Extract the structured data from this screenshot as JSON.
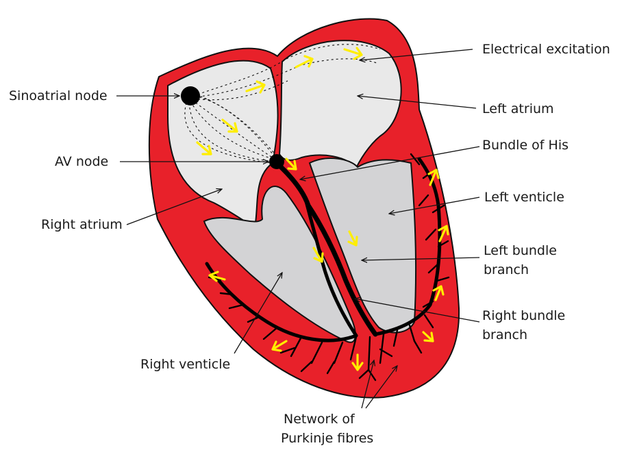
{
  "labels": {
    "electrical_excitation": "Electrical excitation",
    "sinoatrial_node": "Sinoatrial node",
    "left_atrium": "Left atrium",
    "bundle_of_his": "Bundle of His",
    "av_node": "AV node",
    "left_venticle": "Left venticle",
    "right_atrium": "Right atrium",
    "left_bundle_branch_1": "Left bundle",
    "left_bundle_branch_2": "branch",
    "right_bundle_branch_1": "Right bundle",
    "right_bundle_branch_2": "branch",
    "right_venticle": "Right venticle",
    "purkinje_1": "Network of",
    "purkinje_2": "Purkinje fibres"
  },
  "colors": {
    "heart_wall": "#e8212a",
    "atrium_chamber": "#e9e9e9",
    "ventricle_chamber": "#d3d3d5",
    "conduction_path": "#000000",
    "excitation_arrows": "#ffee00"
  }
}
